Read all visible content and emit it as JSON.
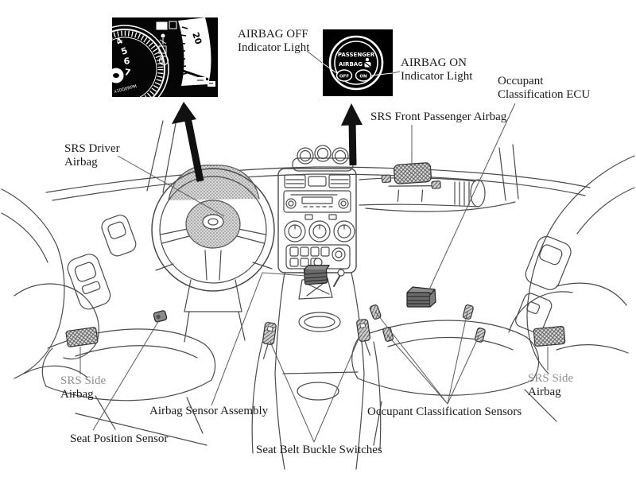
{
  "colors": {
    "background": "#ffffff",
    "line_art": "#4a4a4a",
    "label_text": "#1a1a1a",
    "muted_label_text": "#8f8f8f",
    "inset_background": "#000000",
    "inset_foreground": "#ffffff",
    "arrow": "#111111"
  },
  "labels": {
    "airbag_off": {
      "line1": "AIRBAG OFF",
      "line2": "Indicator Light"
    },
    "airbag_on": {
      "line1": "AIRBAG ON",
      "line2": "Indicator Light"
    },
    "occupant_ecu": {
      "line1": "Occupant",
      "line2": "Classification ECU"
    },
    "srs_front_passenger": {
      "text": "SRS Front Passenger Airbag"
    },
    "srs_driver": {
      "line1": "SRS Driver",
      "line2": "Airbag"
    },
    "srs_side_left": {
      "line1": "SRS Side",
      "line2": "Airbag"
    },
    "srs_side_right": {
      "line1": "SRS Side",
      "line2": "Airbag"
    },
    "airbag_sensor_assembly": {
      "text": "Airbag Sensor Assembly"
    },
    "seat_position_sensor": {
      "text": "Seat Position Sensor"
    },
    "seat_belt_buckle_switches": {
      "text": "Seat Belt Buckle Switches"
    },
    "occupant_classification_sensors": {
      "text": "Occupant Classification Sensors"
    }
  },
  "insets": {
    "cluster": {
      "tach_numbers": [
        "4",
        "5",
        "6",
        "7"
      ],
      "speed_number": "20",
      "rpm_label": "x1000RPM"
    },
    "passenger_airbag_indicator": {
      "line1": "PASSENGER",
      "line2": "AIRBAG",
      "off": "OFF",
      "on": "ON"
    }
  }
}
